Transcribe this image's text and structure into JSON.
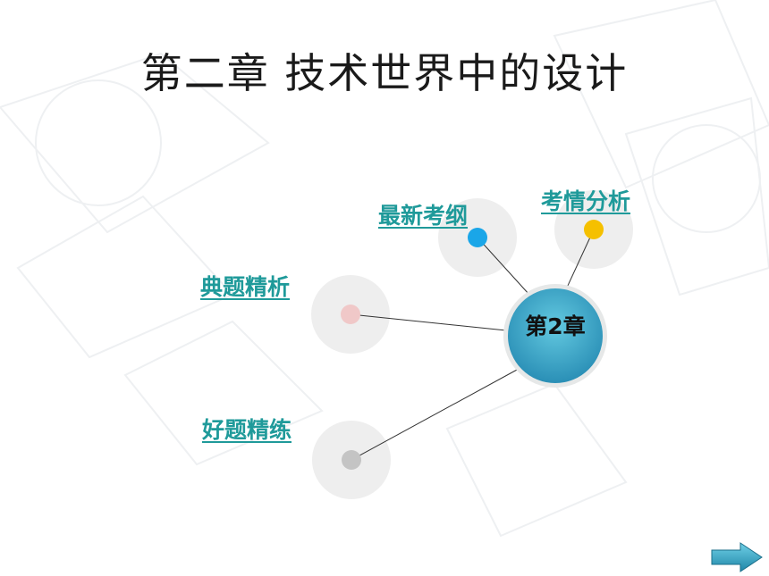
{
  "slide": {
    "title": "第二章  技术世界中的设计",
    "hub_label": "第2章",
    "nodes": [
      {
        "label": "最新考纲",
        "dot_color": "#1aa6e8",
        "icon": "dot"
      },
      {
        "label": "考情分析",
        "dot_color": "#f5c000",
        "icon": "dot"
      },
      {
        "label": "典题精析",
        "dot_color": "#f0c8c8",
        "icon": "dot"
      },
      {
        "label": "好题精练",
        "dot_color": "#c4c4c4",
        "icon": "dot"
      }
    ],
    "colors": {
      "link": "#1f9a9a",
      "hub": "#2f9fc0",
      "hub_ring": "#e8eaea"
    },
    "next_icon": "arrow-right-icon"
  }
}
